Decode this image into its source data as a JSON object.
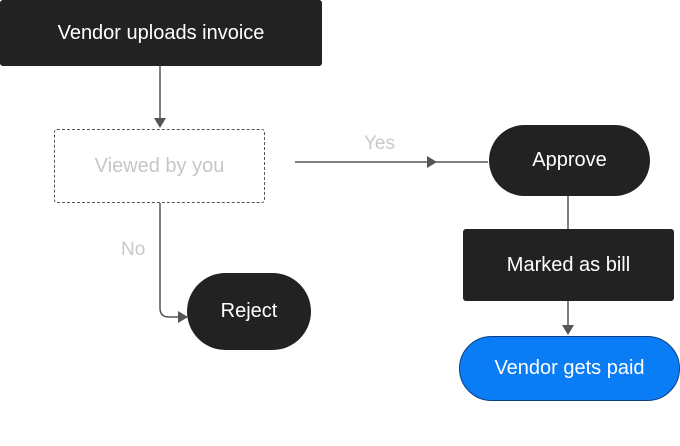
{
  "nodes": {
    "upload": "Vendor uploads invoice",
    "viewed": "Viewed by you",
    "approve": "Approve",
    "reject": "Reject",
    "marked": "Marked as bill",
    "paid": "Vendor gets paid"
  },
  "edges": {
    "yes": "Yes",
    "no": "No"
  },
  "colors": {
    "node": "#222222",
    "accent": "#0a7cf5",
    "connector": "#555555",
    "muted_text": "#c6c6c6"
  }
}
